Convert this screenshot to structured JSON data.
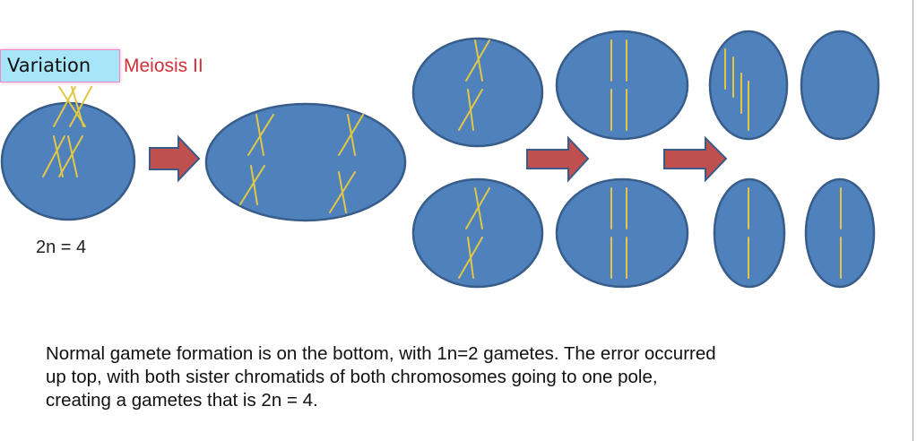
{
  "labels": {
    "variation": "Variation",
    "stage": "Meiosis II",
    "ploidy": "2n = 4"
  },
  "caption": {
    "lines": [
      "Normal gamete formation is on the bottom, with 1n=2 gametes.  The error occurred",
      "up top, with both sister chromatids of both chromosomes going to one pole,",
      "creating a gametes that is 2n = 4."
    ]
  },
  "colors": {
    "cell": "#4f81bd",
    "chromosome": "#e2c744",
    "arrow": "#c0504d"
  }
}
